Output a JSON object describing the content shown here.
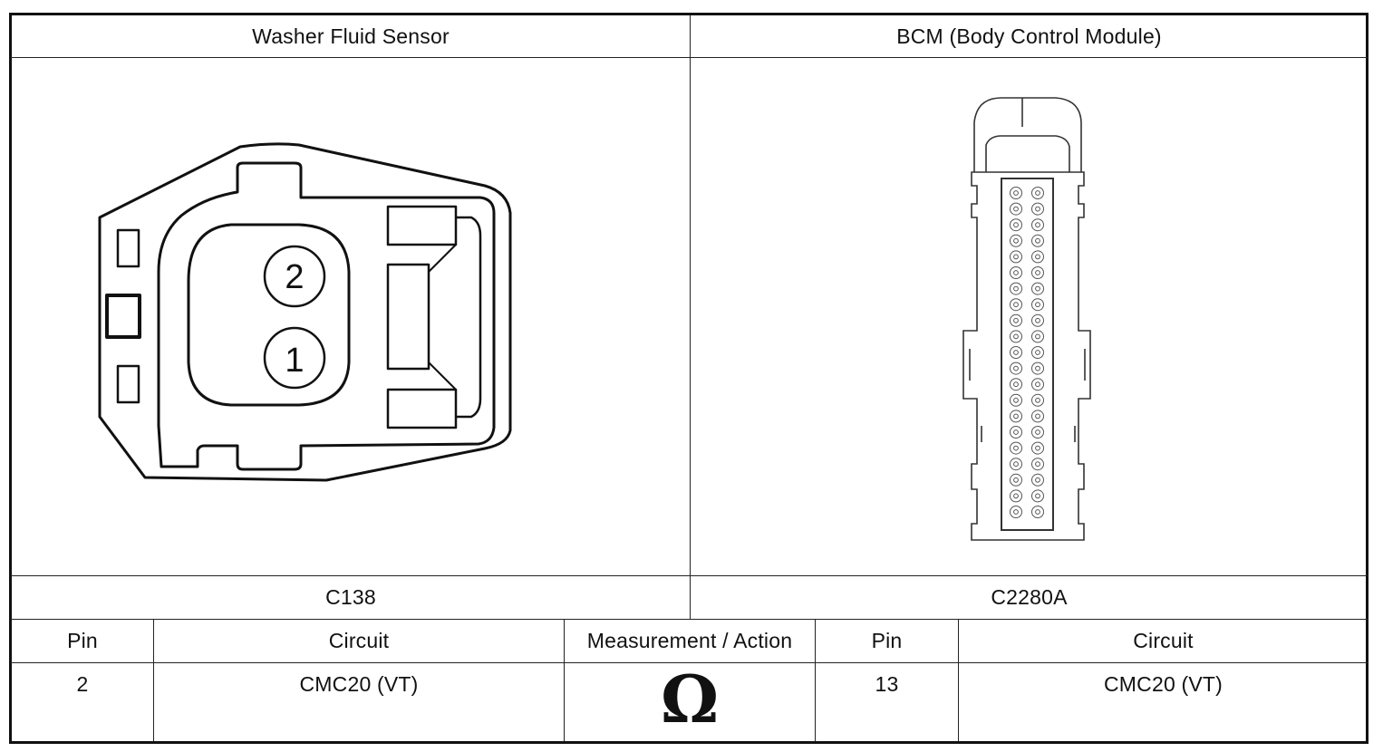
{
  "headers": {
    "left_component": "Washer Fluid Sensor",
    "right_component": "BCM (Body Control Module)"
  },
  "connectors": {
    "left_id": "C138",
    "right_id": "C2280A",
    "left_pins": [
      "2",
      "1"
    ]
  },
  "table": {
    "columns": [
      "Pin",
      "Circuit",
      "Measurement / Action",
      "Pin",
      "Circuit"
    ],
    "row": {
      "pin_left": "2",
      "circuit_left": "CMC20 (VT)",
      "measurement_symbol": "Ω",
      "pin_right": "13",
      "circuit_right": "CMC20 (VT)"
    }
  }
}
